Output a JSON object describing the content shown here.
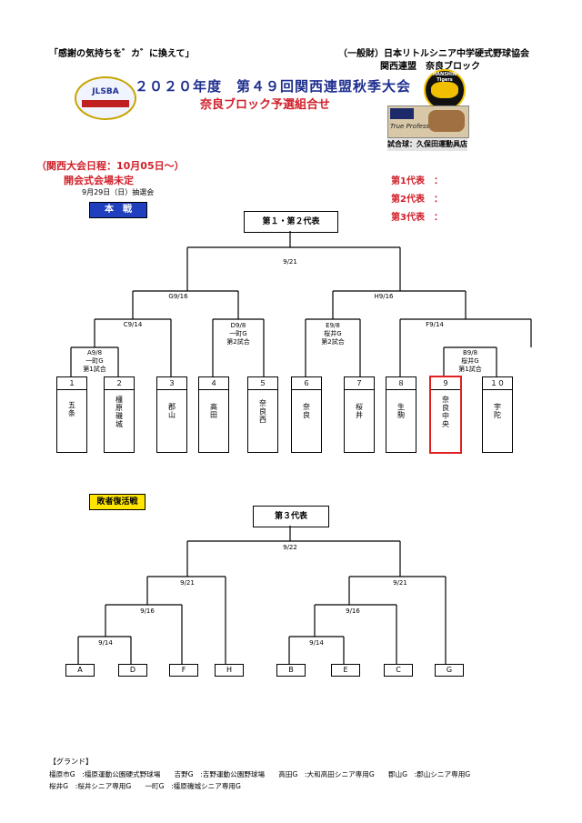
{
  "header": {
    "slogan": "「感謝の気持ちを゛カ゛に換えて」",
    "org": "（一般財）日本リトルシニア中学硬式野球協会",
    "org2": "関西連盟　奈良ブロック",
    "title": "２０２０年度　第４９回関西連盟秋季大会",
    "subtitle": "奈良ブロック予選組合せ",
    "logo_left_text": "JLSBA",
    "logo_right_text": "HANSHIN Tigers",
    "sponsor_text": "True Professional",
    "ball_supplier": "試合球：久保田運動具店"
  },
  "schedule": {
    "line1": "（関西大会日程：10月05日～）",
    "line2": "開会式会場未定",
    "lottery": "9月29日（日）抽選会"
  },
  "reps": {
    "r1": "第1代表　：",
    "r2": "第2代表　：",
    "r3": "第3代表　："
  },
  "main": {
    "label": "本　戦",
    "top_box": "第１・第２代表",
    "final_date": "9/21",
    "semi_left": "G9/16",
    "semi_right": "H9/16",
    "c_label": "C9/14",
    "d_label": "D9/8",
    "d_venue": "一町G",
    "d_game": "第2試合",
    "e_label": "E9/8",
    "e_venue": "桜井G",
    "e_game": "第2試合",
    "f_label": "F9/14",
    "a_label": "A9/8",
    "a_venue": "一町G",
    "a_game": "第1試合",
    "b_label": "B9/8",
    "b_venue": "桜井G",
    "b_game": "第1試合",
    "teams": [
      {
        "num": "１",
        "name": "五条"
      },
      {
        "num": "２",
        "name": "橿原磯城"
      },
      {
        "num": "３",
        "name": "郡山"
      },
      {
        "num": "４",
        "name": "高田"
      },
      {
        "num": "５",
        "name": "奈良西"
      },
      {
        "num": "６",
        "name": "奈良"
      },
      {
        "num": "７",
        "name": "桜井"
      },
      {
        "num": "８",
        "name": "生駒"
      },
      {
        "num": "９",
        "name": "奈良中央"
      },
      {
        "num": "１０",
        "name": "宇陀"
      }
    ]
  },
  "repechage": {
    "label": "敗者復活戦",
    "top_box": "第３代表",
    "final_date": "9/22",
    "semi_left": "9/21",
    "semi_right": "9/21",
    "q_left": "9/16",
    "q_right": "9/16",
    "r_left": "9/14",
    "r_right": "9/14",
    "slots": [
      "A",
      "D",
      "F",
      "H",
      "B",
      "E",
      "C",
      "G"
    ]
  },
  "grounds": {
    "heading": "【グランド】",
    "line1": "橿原市G　:橿原運動公園硬式野球場　　吉野G　:吉野運動公園野球場　　高田G　:大和高田シニア専用G　　郡山G　:郡山シニア専用G",
    "line2": "桜井G　:桜井シニア専用G　　一町G　:橿原磯城シニア専用G"
  }
}
